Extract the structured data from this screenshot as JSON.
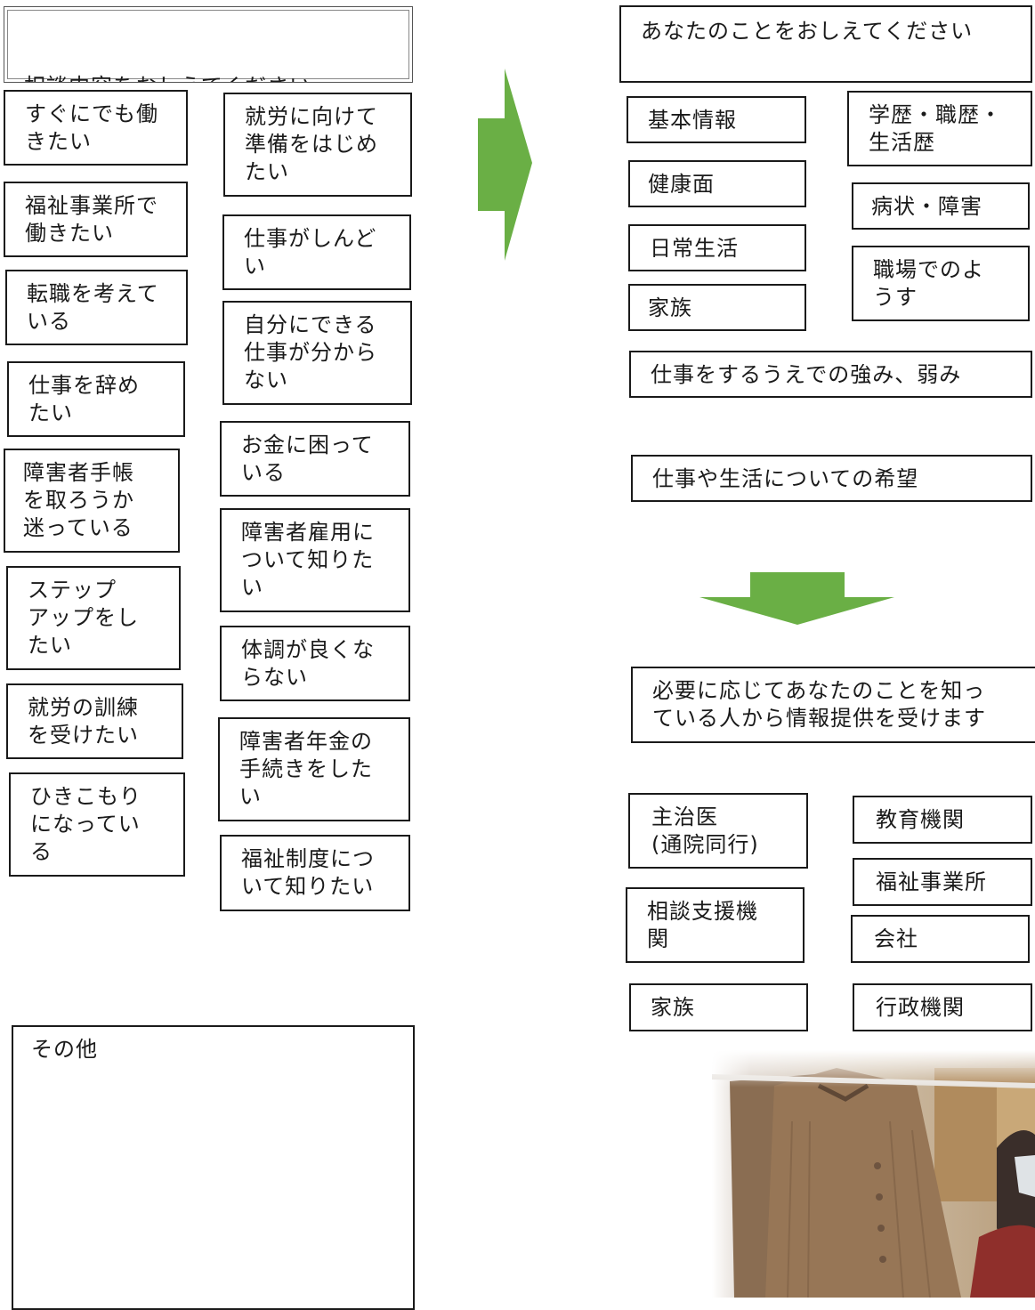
{
  "left": {
    "header": "相談内容をおしえてください",
    "col1": [
      "すぐにでも働\nきたい",
      "福祉事業所で\n働きたい",
      "転職を考えて\nいる",
      "仕事を辞め\nたい",
      "障害者手帳\nを取ろうか\n迷っている",
      "ステップ\nアップをし\nたい",
      "就労の訓練\nを受けたい",
      "ひきこもり\nになってい\nる"
    ],
    "col2": [
      "就労に向けて\n準備をはじめ\nたい",
      "仕事がしんど\nい",
      "自分にできる\n仕事が分から\nない",
      "お金に困って\nいる",
      "障害者雇用に\nついて知りた\nい",
      "体調が良くな\nらない",
      "障害者年金の\n手続きをした\nい",
      "福祉制度につ\nいて知りたい"
    ],
    "other": "その他"
  },
  "right": {
    "header": "あなたのことをおしえてください",
    "info_left": [
      "基本情報",
      "健康面",
      "日常生活",
      "家族"
    ],
    "info_right": [
      "学歴・職歴・\n生活歴",
      "病状・障害",
      "職場でのよ\nうす"
    ],
    "strengths": "仕事をするうえでの強み、弱み",
    "wishes": "仕事や生活についての希望",
    "info_provision": "必要に応じてあなたのことを知っ\nている人から情報提供を受けます",
    "sources_left": [
      "主治医\n(通院同行)",
      "相談支援機\n関",
      "家族"
    ],
    "sources_right": [
      "教育機関",
      "福祉事業所",
      "会社",
      "行政機関"
    ]
  },
  "colors": {
    "arrow": "#6aaf45",
    "border": "#1a1a1a"
  }
}
